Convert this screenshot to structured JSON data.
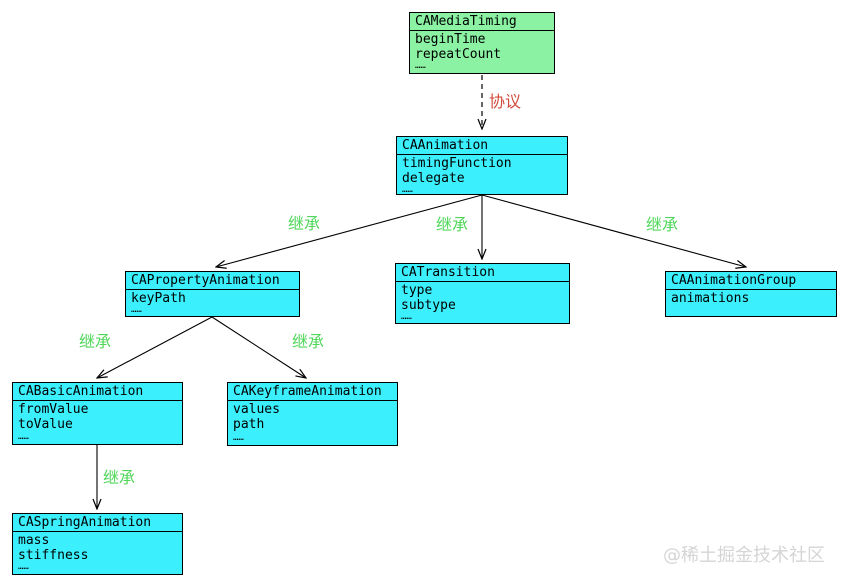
{
  "diagram": {
    "title_implied": "Core Animation class hierarchy",
    "colors": {
      "background": "#ffffff",
      "protocol_box_fill": "#8bf2a3",
      "class_box_fill": "#3ceffc",
      "box_border": "#000000",
      "edge_line": "#000000",
      "inherit_label_color": "#50d75a",
      "protocol_label_color": "#d24b3c",
      "watermark_color": "#d5d5d5",
      "text_color": "#000000"
    },
    "nodes": {
      "camediatiming": {
        "title": "CAMediaTiming",
        "fields": [
          "beginTime",
          "repeatCount"
        ],
        "ellipsis": "……",
        "fill": "green"
      },
      "caanimation": {
        "title": "CAAnimation",
        "fields": [
          "timingFunction",
          "delegate"
        ],
        "ellipsis": "……",
        "fill": "cyan"
      },
      "capropertyanimation": {
        "title": "CAPropertyAnimation",
        "fields": [
          "keyPath"
        ],
        "ellipsis": "……",
        "fill": "cyan"
      },
      "catransition": {
        "title": "CATransition",
        "fields": [
          "type",
          "subtype"
        ],
        "ellipsis": "……",
        "fill": "cyan"
      },
      "caanimationgroup": {
        "title": "CAAnimationGroup",
        "fields": [
          "animations"
        ],
        "ellipsis": "",
        "fill": "cyan"
      },
      "cabasicanimation": {
        "title": "CABasicAnimation",
        "fields": [
          "fromValue",
          "toValue"
        ],
        "ellipsis": "……",
        "fill": "cyan"
      },
      "cakeyframeanimation": {
        "title": "CAKeyframeAnimation",
        "fields": [
          "values",
          "path"
        ],
        "ellipsis": "……",
        "fill": "cyan"
      },
      "caspringanimation": {
        "title": "CASpringAnimation",
        "fields": [
          "mass",
          "stiffness"
        ],
        "ellipsis": "……",
        "fill": "cyan"
      }
    },
    "edges": [
      {
        "from": "CAMediaTiming",
        "to": "CAAnimation",
        "label": "协议",
        "style": "dashed"
      },
      {
        "from": "CAAnimation",
        "to": "CAPropertyAnimation",
        "label": "继承",
        "style": "solid"
      },
      {
        "from": "CAAnimation",
        "to": "CATransition",
        "label": "继承",
        "style": "solid"
      },
      {
        "from": "CAAnimation",
        "to": "CAAnimationGroup",
        "label": "继承",
        "style": "solid"
      },
      {
        "from": "CAPropertyAnimation",
        "to": "CABasicAnimation",
        "label": "继承",
        "style": "solid"
      },
      {
        "from": "CAPropertyAnimation",
        "to": "CAKeyframeAnimation",
        "label": "继承",
        "style": "solid"
      },
      {
        "from": "CABasicAnimation",
        "to": "CASpringAnimation",
        "label": "继承",
        "style": "solid"
      }
    ],
    "watermark": "@稀土掘金技术社区"
  }
}
